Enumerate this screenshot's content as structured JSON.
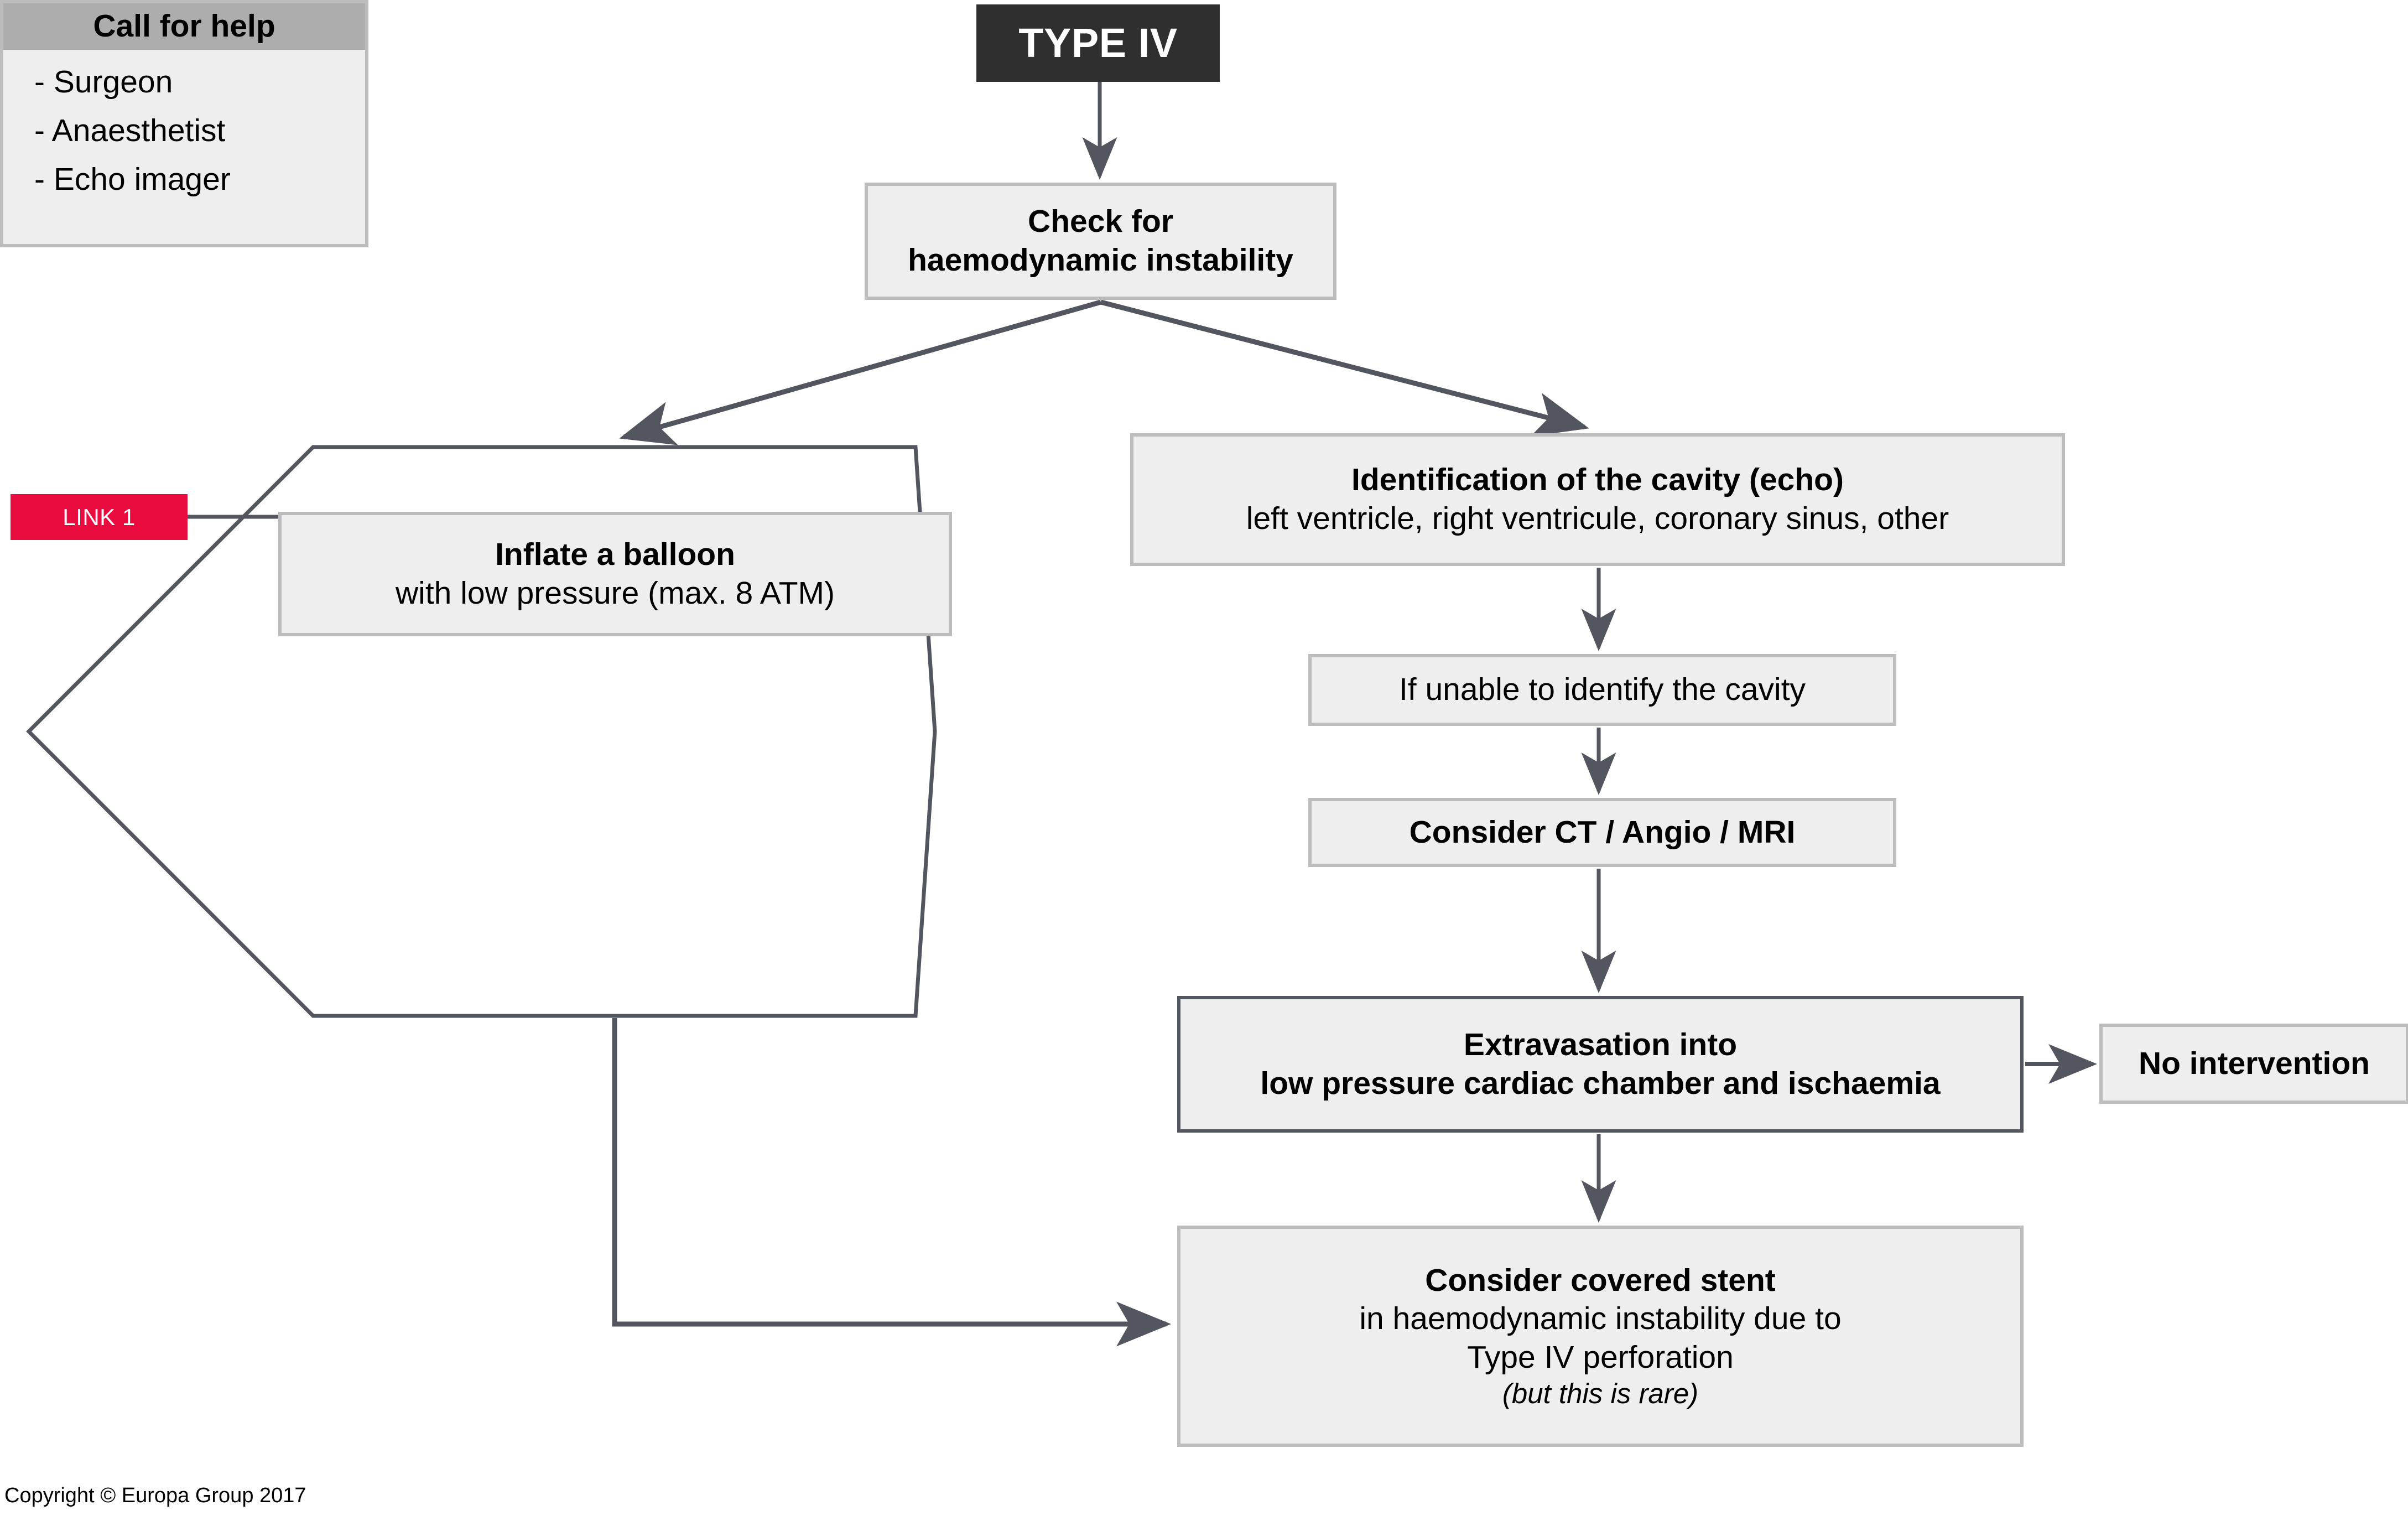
{
  "diagram": {
    "title": "TYPE IV",
    "copyright": "Copyright © Europa Group 2017",
    "colors": {
      "title_background": "#2f2f2f",
      "title_text": "#ffffff",
      "box_fill": "#eeeeee",
      "box_border": "#bcbcbc",
      "box_border_emphasis": "#53555f",
      "header_fill": "#adadad",
      "link_badge": "#ea0b3f",
      "edge": "#53555f"
    },
    "nodes": {
      "title": {
        "label": "TYPE IV"
      },
      "check": {
        "line1": "Check for",
        "line2": "haemodynamic instability"
      },
      "identification": {
        "line1": "Identification of the cavity (echo)",
        "line2": "left ventricle, right ventricule, coronary sinus, other"
      },
      "balloon": {
        "line1": "Inflate a balloon",
        "line2": "with low pressure (max. 8 ATM)"
      },
      "call_for_help": {
        "header": "Call for help",
        "items": [
          "- Surgeon",
          "- Anaesthetist",
          "- Echo imager"
        ]
      },
      "unable": {
        "label": "If unable to identify the cavity"
      },
      "ct_angio_mri": {
        "label": "Consider CT / Angio / MRI"
      },
      "extravasation": {
        "line1": "Extravasation into",
        "line2": "low pressure cardiac chamber and ischaemia"
      },
      "no_intervention": {
        "label": "No intervention"
      },
      "covered_stent": {
        "line1": "Consider covered stent",
        "line2": "in haemodynamic instability due to",
        "line3": "Type IV perforation",
        "line4": "(but this is rare)"
      },
      "link_1": {
        "label": "LINK 1"
      }
    }
  }
}
